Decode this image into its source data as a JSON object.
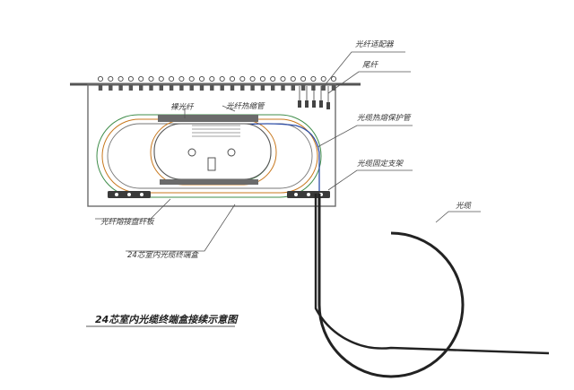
{
  "title": "24芯室内光缆终端盒接续示意图",
  "labels": {
    "adapter": "光纤适配器",
    "pigtail": "尾纤",
    "bare_fiber": "裸光纤",
    "heat_shrink": "光纤热缩管",
    "cable_heat_shrink": "光缆热熔保护管",
    "cable_fixing_bracket": "光缆固定支架",
    "splice_tray": "光纤熔接盘纤板",
    "terminal_box": "24芯室内光缆终端盒",
    "cable": "光缆"
  },
  "colors": {
    "line": "#3a3a3a",
    "fiber_blue": "#2f4fa8",
    "fiber_green": "#3f8d4a",
    "fiber_orange": "#c8781e",
    "box_border": "#6b6b6b"
  },
  "adapter_count": 24
}
